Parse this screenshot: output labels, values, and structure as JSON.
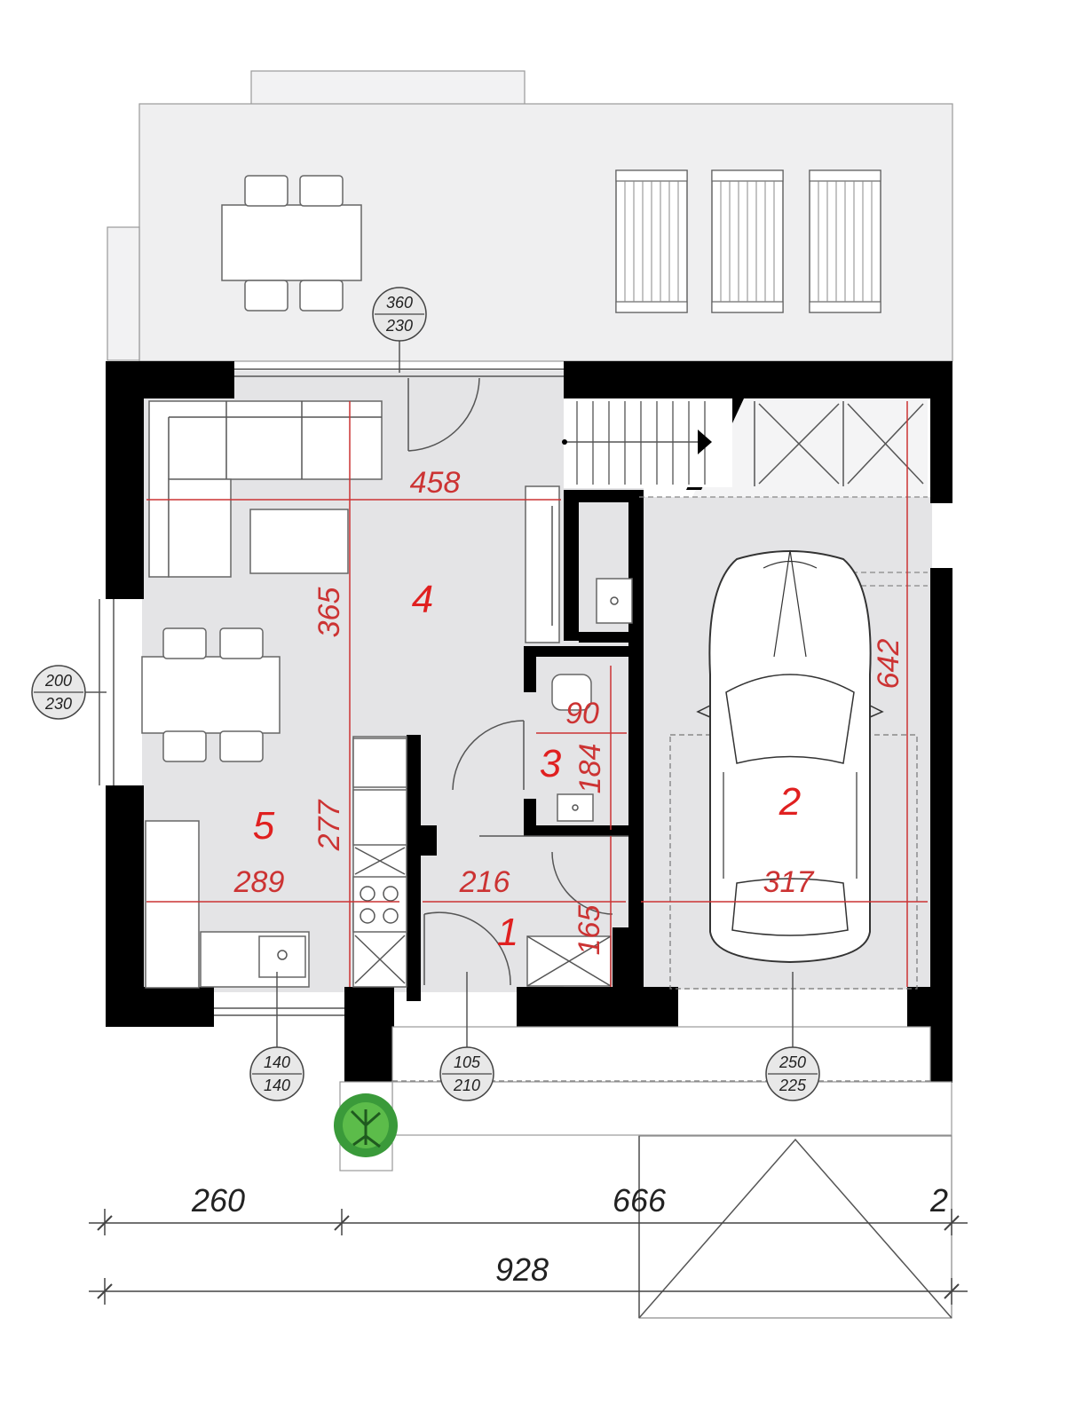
{
  "rooms": {
    "r1": "1",
    "r2": "2",
    "r3": "3",
    "r4": "4",
    "r5": "5"
  },
  "dimensions": {
    "d458": "458",
    "d365": "365",
    "d642": "642",
    "d90": "90",
    "d184": "184",
    "d277": "277",
    "d289": "289",
    "d216": "216",
    "d317": "317",
    "d165": "165"
  },
  "openings": {
    "window_top": {
      "w": "360",
      "h": "230"
    },
    "window_left": {
      "w": "200",
      "h": "230"
    },
    "window_kitchen": {
      "w": "140",
      "h": "140"
    },
    "door_entry": {
      "w": "105",
      "h": "210"
    },
    "garage_door": {
      "w": "250",
      "h": "225"
    }
  },
  "overall": {
    "seg1": "260",
    "seg2": "666",
    "seg3": "2",
    "total": "928"
  },
  "colors": {
    "interior_fill": "#e4e4e6",
    "terrace_fill": "#efeff0",
    "wall": "#000000",
    "dimension_red": "#cc3333",
    "room_number_red": "#e02020",
    "tree_green": "#3a9a3a"
  }
}
